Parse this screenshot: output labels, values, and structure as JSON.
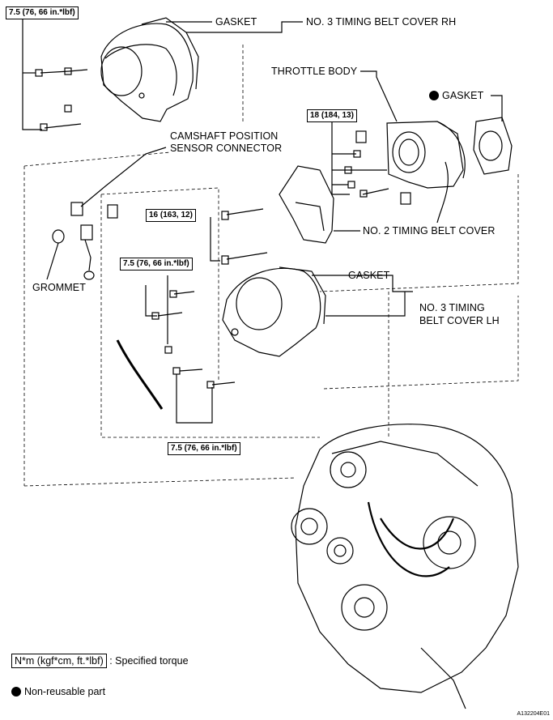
{
  "labels": {
    "gasket_top": "GASKET",
    "timing_cover_rh": "NO. 3 TIMING BELT COVER RH",
    "throttle_body": "THROTTLE BODY",
    "gasket_right": "GASKET",
    "camshaft_sensor_1": "CAMSHAFT POSITION",
    "camshaft_sensor_2": "SENSOR CONNECTOR",
    "timing_cover_no2": "NO. 2 TIMING BELT COVER",
    "grommet": "GROMMET",
    "gasket_mid": "GASKET",
    "timing_cover_lh_1": "NO. 3 TIMING",
    "timing_cover_lh_2": "BELT COVER LH"
  },
  "torque": {
    "top_left": "7.5 (76, 66 in.*lbf)",
    "throttle": "18 (184, 13)",
    "no2_cover": "16 (163, 12)",
    "mid_left": "7.5 (76, 66 in.*lbf)",
    "bottom": "7.5 (76, 66 in.*lbf)"
  },
  "legend": {
    "torque_unit": "N*m (kgf*cm, ft.*lbf)",
    "torque_desc": ": Specified torque",
    "nonreusable": "Non-reusable part"
  },
  "figure_code": "A132204E01"
}
